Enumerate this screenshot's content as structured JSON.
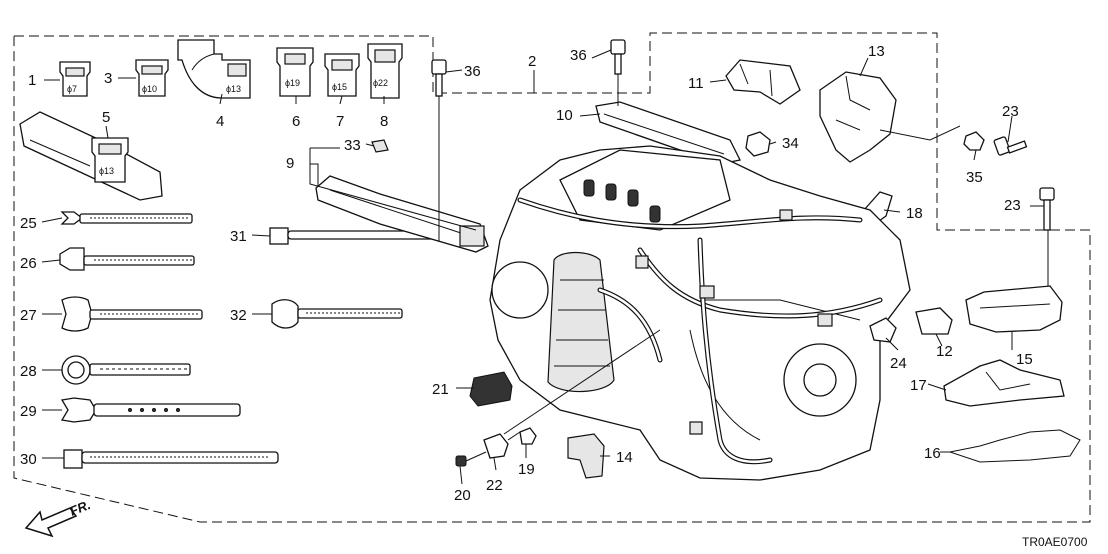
{
  "callouts": [
    "1",
    "2",
    "3",
    "4",
    "5",
    "6",
    "7",
    "8",
    "9",
    "10",
    "11",
    "12",
    "13",
    "14",
    "15",
    "16",
    "17",
    "18",
    "19",
    "20",
    "21",
    "22",
    "23",
    "24",
    "25",
    "26",
    "27",
    "28",
    "29",
    "30",
    "31",
    "32",
    "33",
    "34",
    "35",
    "36"
  ],
  "grommet_sizes": {
    "p1": "ϕ7",
    "p3": "ϕ10",
    "p4": "ϕ13",
    "p5": "ϕ13",
    "p6": "ϕ19",
    "p7": "ϕ15",
    "p8": "ϕ22"
  },
  "direction_label": "FR.",
  "diagram_code": "TR0AE0700"
}
